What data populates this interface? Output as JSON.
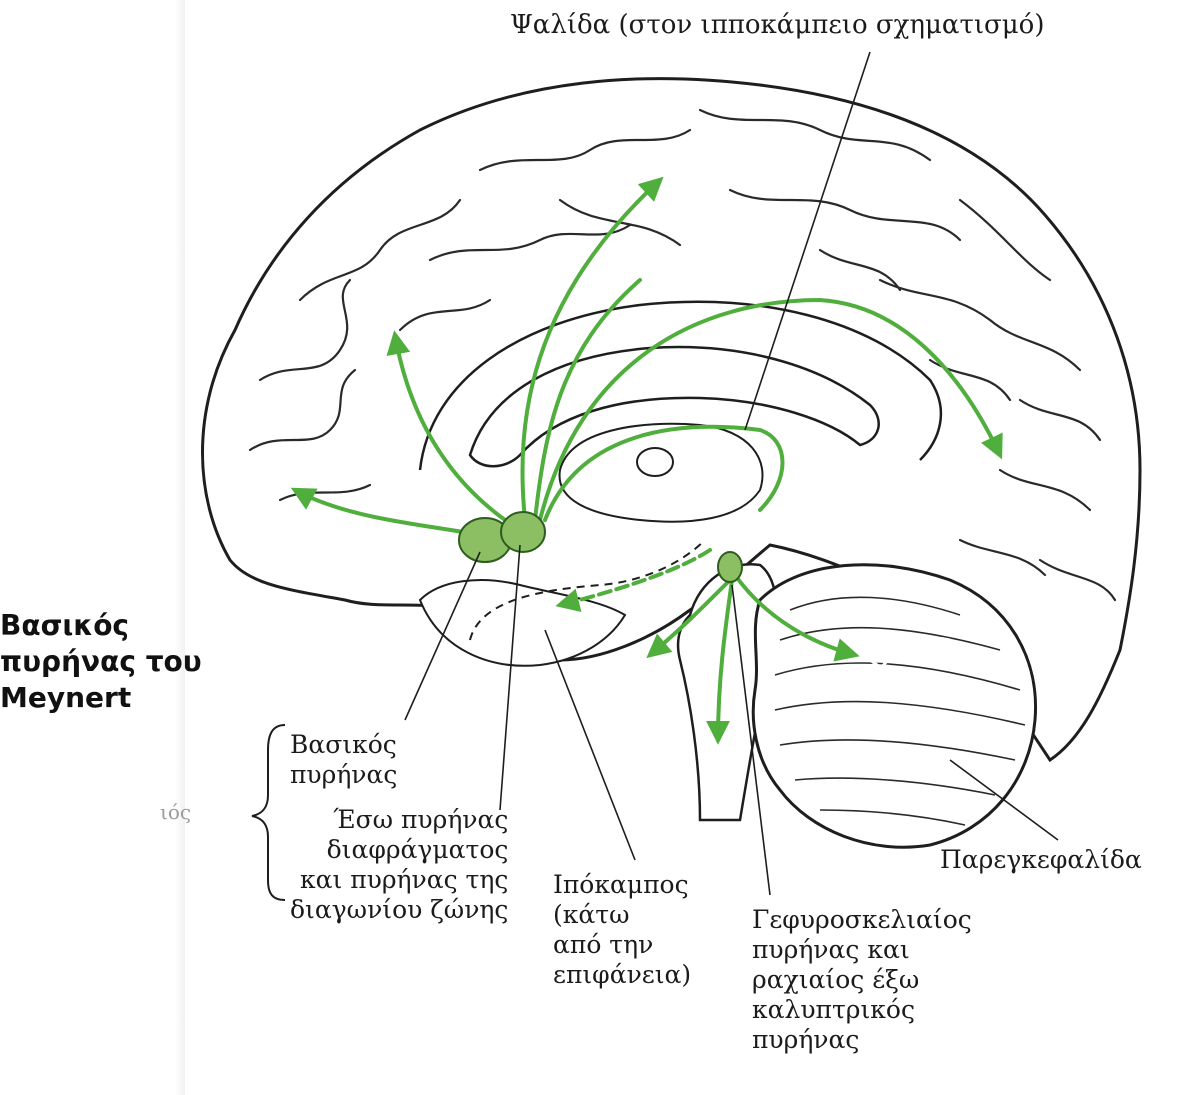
{
  "overlay_title": "Βασικός\nπυρήνας του\nMeynert",
  "margin_fragment": "ιός",
  "labels": {
    "fornix": "Ψαλίδα (στον ιπποκάμπειο σχηματισμό)",
    "basal_nucleus": "Βασικός\nπυρήνας",
    "septal_nuclei": "Έσω πυρήνας\nδιαφράγματος\nκαι πυρήνας της\nδιαγωνίου ζώνης",
    "hippocampus": "Ιπόκαμπος\n(κάτω\nαπό την\nεπιφάνεια)",
    "pontine_nuclei": "Γεφυροσκελιαίος\nπυρήνας και\nραχιαίος έξω\nκαλυπτρικός\nπυρήνας",
    "cerebellum": "Παρεγκεφαλίδα"
  },
  "colors": {
    "pathway_green": "#4fae3c",
    "nucleus_fill": "#8cbf63",
    "outline": "#1e1e1e",
    "tissue": "#ffffff"
  }
}
